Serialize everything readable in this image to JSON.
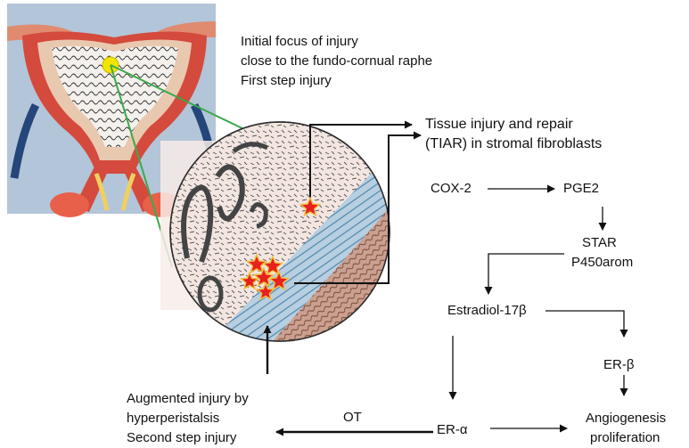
{
  "intro": {
    "line1": "Initial  focus of injury",
    "line2": "close to the fundo-cornual raphe",
    "line3": "First step injury"
  },
  "tiar": {
    "line1": "Tissue injury and repair",
    "line2": "(TIAR) in stromal fibroblasts"
  },
  "nodes": {
    "cox2": "COX-2",
    "pge2": "PGE2",
    "star": "STAR",
    "p450": "P450arom",
    "estradiol": "Estradiol-17β",
    "er_beta": "ER-β",
    "er_alpha": "ER-α",
    "angio": "Angiogenesis",
    "prolif": "proliferation",
    "ot": "OT"
  },
  "second": {
    "line1": "Augmented injury by",
    "line2": "hyperperistalsis",
    "line3": "Second step injury"
  },
  "colors": {
    "arrow": "#111111",
    "connector": "#3aaa4a",
    "focus": "#f2e600",
    "star_fill": "#e8201e",
    "star_stroke": "#f0c040",
    "muscle": "#d94b3a",
    "stroma": "#5a8fb4"
  }
}
